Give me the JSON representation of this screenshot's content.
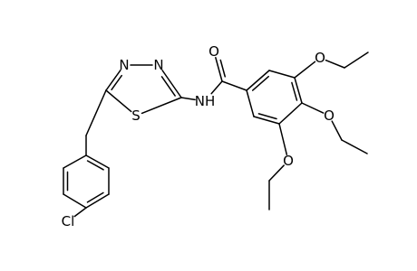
{
  "molecule": {
    "atoms": [
      {
        "id": "N3",
        "label": "N"
      },
      {
        "id": "N4",
        "label": "N"
      },
      {
        "id": "S1",
        "label": "S"
      },
      {
        "id": "NH",
        "label": "NH"
      },
      {
        "id": "O_carbonyl",
        "label": "O"
      },
      {
        "id": "O_ether_top",
        "label": "O"
      },
      {
        "id": "O_ether_mid",
        "label": "O"
      },
      {
        "id": "O_ether_bot",
        "label": "O"
      },
      {
        "id": "Cl",
        "label": "Cl"
      }
    ]
  }
}
